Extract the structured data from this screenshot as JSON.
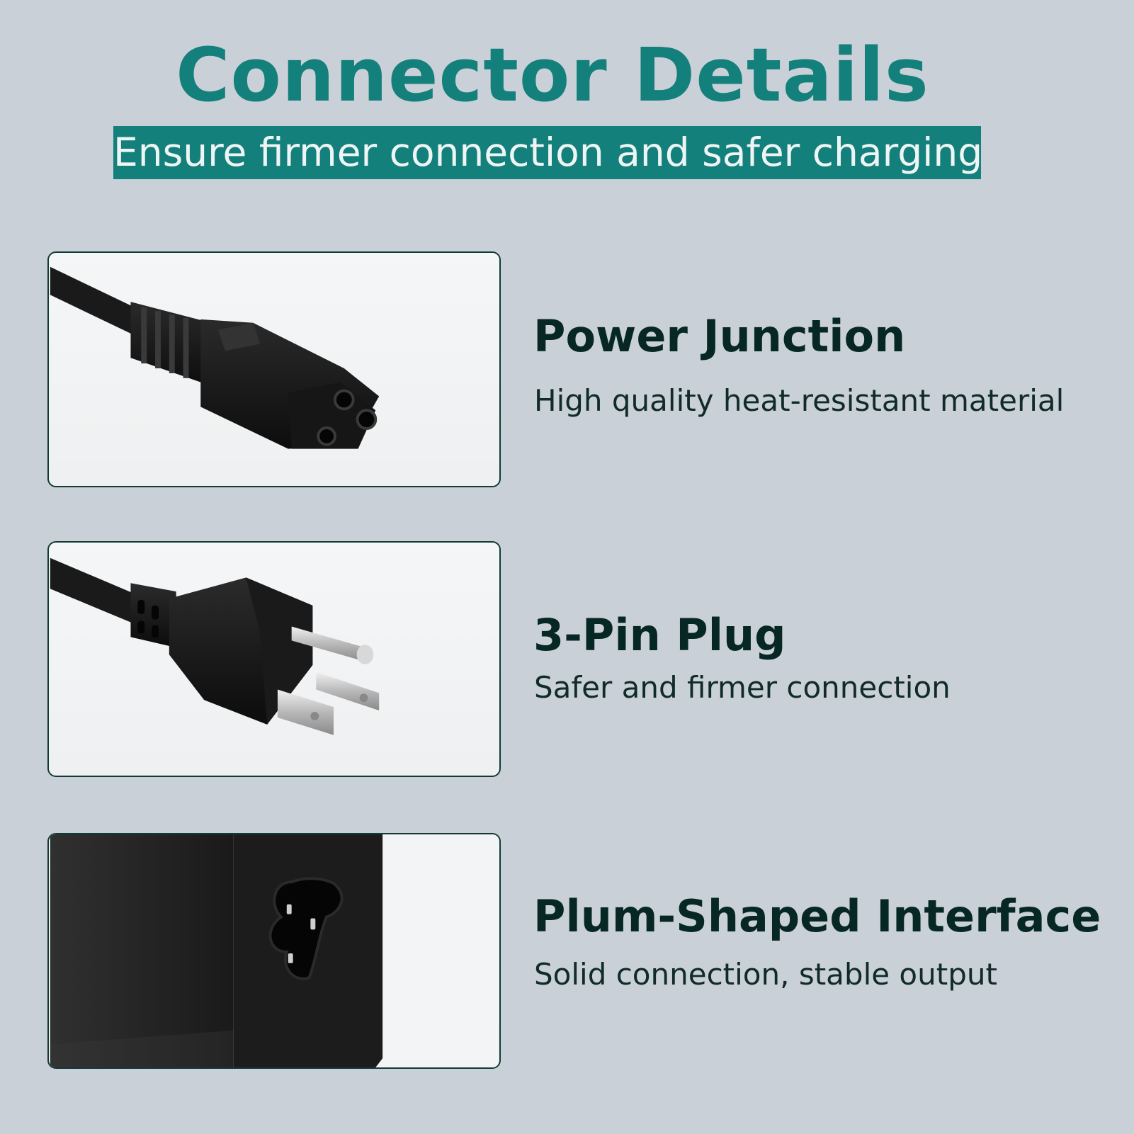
{
  "header": {
    "title": "Connector Details",
    "subtitle": "Ensure firmer connection and safer charging"
  },
  "features": [
    {
      "title": "Power Junction",
      "description": "High quality heat-resistant material",
      "icon": "c5-power-connector-icon"
    },
    {
      "title": "3-Pin Plug",
      "description": "Safer and firmer connection",
      "icon": "three-pin-plug-icon"
    },
    {
      "title": "Plum-Shaped Interface",
      "description": "Solid connection, stable output",
      "icon": "plum-socket-icon"
    }
  ],
  "colors": {
    "accent": "#14807c",
    "background": "#cad0d8",
    "heading_text": "#062724",
    "card_border": "#123b36"
  }
}
